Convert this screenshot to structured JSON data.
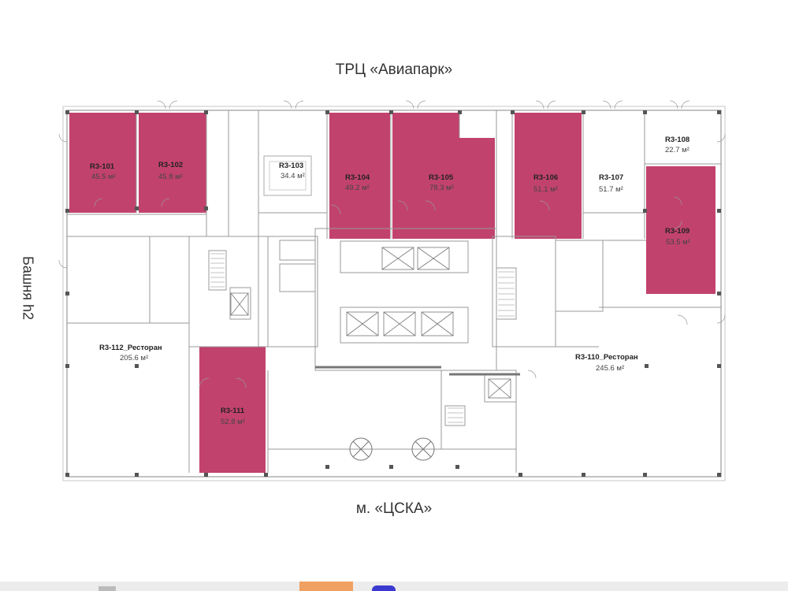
{
  "labels": {
    "top": "ТРЦ «Авиапарк»",
    "bottom": "м. «ЦСКА»",
    "left": "Башня h2"
  },
  "colors": {
    "available": "#c2426e",
    "wall": "#8a8a8a",
    "line": "#c8c8c8"
  },
  "units": [
    {
      "id": "R3-101",
      "area": "45.5 м²",
      "highlighted": true
    },
    {
      "id": "R3-102",
      "area": "45.8 м²",
      "highlighted": true
    },
    {
      "id": "R3-103",
      "area": "34.4 м²",
      "highlighted": false
    },
    {
      "id": "R3-104",
      "area": "49.2 м²",
      "highlighted": true
    },
    {
      "id": "R3-105",
      "area": "78.3 м²",
      "highlighted": true
    },
    {
      "id": "R3-106",
      "area": "51.1 м²",
      "highlighted": true
    },
    {
      "id": "R3-107",
      "area": "51.7 м²",
      "highlighted": false
    },
    {
      "id": "R3-108",
      "area": "22.7 м²",
      "highlighted": false
    },
    {
      "id": "R3-109",
      "area": "53.5 м²",
      "highlighted": true
    },
    {
      "id": "R3-110_Ресторан",
      "area": "245.6 м²",
      "highlighted": false
    },
    {
      "id": "R3-111",
      "area": "52.8 м²",
      "highlighted": true
    },
    {
      "id": "R3-112_Ресторан",
      "area": "205.6 м²",
      "highlighted": false
    }
  ]
}
